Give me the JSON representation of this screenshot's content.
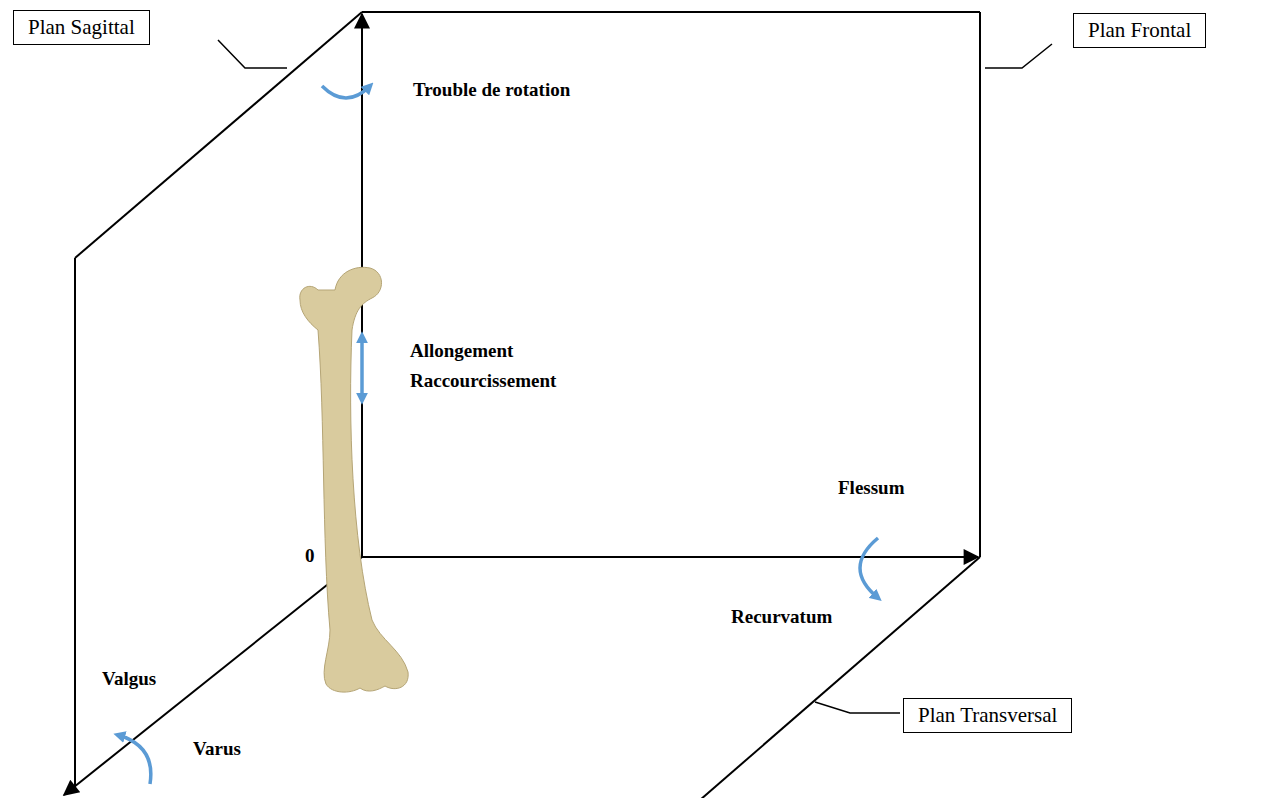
{
  "diagram": {
    "nodes": [
      {
        "text": [
          "Plan Sagittal"
        ]
      },
      {
        "text": [
          "Plan Frontal"
        ]
      },
      {
        "text": [
          "Plan Transversal"
        ]
      }
    ],
    "labels": [
      "Trouble de rotation",
      "Allongement Raccourcissement",
      "Flessum",
      "Recurvatum",
      "0",
      "Valgus",
      "Varus"
    ]
  }
}
